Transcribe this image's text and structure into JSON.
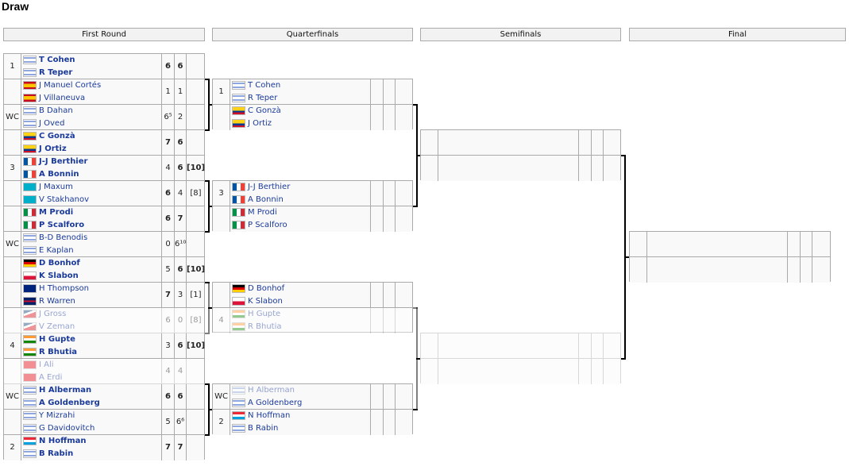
{
  "title": "Draw",
  "headers": [
    "First Round",
    "Quarterfinals",
    "Semifinals",
    "Final"
  ],
  "flags": {
    "ISR": "flag-isr",
    "ESP": "flag-esp",
    "COL": "flag-col",
    "FRA": "flag-fra",
    "KAZ": "flag-kaz",
    "ITA": "flag-ita",
    "GER": "flag-ger",
    "POL": "flag-pol",
    "AUS": "flag-aus",
    "GBR": "flag-gbr",
    "CZE": "flag-cze",
    "IND": "flag-ind",
    "TUR": "flag-tur",
    "LUX": "flag-lux"
  },
  "r1": [
    {
      "seed": "1",
      "p": [
        {
          "n": "T Cohen",
          "f": "ISR",
          "w": true
        },
        {
          "n": "R Teper",
          "f": "ISR",
          "w": true
        }
      ],
      "s": [
        "6",
        "6",
        ""
      ],
      "sw": [
        true,
        true,
        false
      ]
    },
    {
      "seed": "",
      "p": [
        {
          "n": "J Manuel Cortés",
          "f": "ESP"
        },
        {
          "n": "J Villaneuva",
          "f": "ESP"
        }
      ],
      "s": [
        "1",
        "1",
        ""
      ]
    },
    {
      "seed": "WC",
      "p": [
        {
          "n": "B Dahan",
          "f": "ISR"
        },
        {
          "n": "J Oved",
          "f": "ISR"
        }
      ],
      "s": [
        "6⁵",
        "2",
        ""
      ]
    },
    {
      "seed": "",
      "p": [
        {
          "n": "C Gonzà",
          "f": "COL",
          "w": true
        },
        {
          "n": "J Ortiz",
          "f": "COL",
          "w": true
        }
      ],
      "s": [
        "7",
        "6",
        ""
      ],
      "sw": [
        true,
        true,
        false
      ]
    },
    {
      "seed": "3",
      "p": [
        {
          "n": "J-J Berthier",
          "f": "FRA",
          "w": true
        },
        {
          "n": "A Bonnin",
          "f": "FRA",
          "w": true
        }
      ],
      "s": [
        "4",
        "6",
        "[10]"
      ],
      "sw": [
        false,
        true,
        true
      ]
    },
    {
      "seed": "",
      "p": [
        {
          "n": "J Maxum",
          "f": "KAZ"
        },
        {
          "n": "V Stakhanov",
          "f": "KAZ"
        }
      ],
      "s": [
        "6",
        "4",
        "[8]"
      ],
      "sw": [
        true,
        false,
        false
      ]
    },
    {
      "seed": "",
      "p": [
        {
          "n": "M Prodi",
          "f": "ITA",
          "w": true
        },
        {
          "n": "P Scalforo",
          "f": "ITA",
          "w": true
        }
      ],
      "s": [
        "6",
        "7",
        ""
      ],
      "sw": [
        true,
        true,
        false
      ]
    },
    {
      "seed": "WC",
      "p": [
        {
          "n": "B-D Benodis",
          "f": "ISR"
        },
        {
          "n": "E Kaplan",
          "f": "ISR"
        }
      ],
      "s": [
        "0",
        "6¹⁰",
        ""
      ]
    },
    {
      "seed": "",
      "p": [
        {
          "n": "D Bonhof",
          "f": "GER",
          "w": true
        },
        {
          "n": "K Slabon",
          "f": "POL",
          "w": true
        }
      ],
      "s": [
        "5",
        "6",
        "[10]"
      ],
      "sw": [
        false,
        true,
        true
      ]
    },
    {
      "seed": "",
      "p": [
        {
          "n": "H Thompson",
          "f": "AUS"
        },
        {
          "n": "R Warren",
          "f": "GBR"
        }
      ],
      "s": [
        "7",
        "3",
        "[1]"
      ],
      "sw": [
        true,
        false,
        false
      ]
    },
    {
      "seed": "",
      "p": [
        {
          "n": "J Gross",
          "f": "CZE"
        },
        {
          "n": "V Zeman",
          "f": "CZE"
        }
      ],
      "s": [
        "6",
        "0",
        "[8]"
      ],
      "fade": true
    },
    {
      "seed": "4",
      "p": [
        {
          "n": "H Gupte",
          "f": "IND",
          "w": true
        },
        {
          "n": "R Bhutia",
          "f": "IND",
          "w": true
        }
      ],
      "s": [
        "3",
        "6",
        "[10]"
      ],
      "sw": [
        false,
        true,
        true
      ]
    },
    {
      "seed": "",
      "p": [
        {
          "n": "I Ali",
          "f": "TUR"
        },
        {
          "n": "A Erdi",
          "f": "TUR"
        }
      ],
      "s": [
        "4",
        "4",
        ""
      ],
      "fade": true
    },
    {
      "seed": "WC",
      "p": [
        {
          "n": "H Alberman",
          "f": "ISR",
          "w": true
        },
        {
          "n": "A Goldenberg",
          "f": "ISR",
          "w": true
        }
      ],
      "s": [
        "6",
        "6",
        ""
      ],
      "sw": [
        true,
        true,
        false
      ]
    },
    {
      "seed": "",
      "p": [
        {
          "n": "Y Mizrahi",
          "f": "ISR"
        },
        {
          "n": "G Davidovitch",
          "f": "ISR"
        }
      ],
      "s": [
        "5",
        "6⁶",
        ""
      ]
    },
    {
      "seed": "2",
      "p": [
        {
          "n": "N Hoffman",
          "f": "LUX",
          "w": true
        },
        {
          "n": "B Rabin",
          "f": "ISR",
          "w": true
        }
      ],
      "s": [
        "7",
        "7",
        ""
      ],
      "sw": [
        true,
        true,
        false
      ]
    }
  ],
  "qf": [
    {
      "seed": "1",
      "p": [
        {
          "n": "T Cohen",
          "f": "ISR"
        },
        {
          "n": "R Teper",
          "f": "ISR"
        }
      ]
    },
    {
      "seed": "",
      "p": [
        {
          "n": "C Gonzà",
          "f": "COL"
        },
        {
          "n": "J Ortiz",
          "f": "COL"
        }
      ]
    },
    {
      "seed": "3",
      "p": [
        {
          "n": "J-J Berthier",
          "f": "FRA"
        },
        {
          "n": "A Bonnin",
          "f": "FRA"
        }
      ]
    },
    {
      "seed": "",
      "p": [
        {
          "n": "M Prodi",
          "f": "ITA"
        },
        {
          "n": "P Scalforo",
          "f": "ITA"
        }
      ]
    },
    {
      "seed": "",
      "p": [
        {
          "n": "D Bonhof",
          "f": "GER"
        },
        {
          "n": "K Slabon",
          "f": "POL"
        }
      ]
    },
    {
      "seed": "4",
      "p": [
        {
          "n": "H Gupte",
          "f": "IND"
        },
        {
          "n": "R Bhutia",
          "f": "IND"
        }
      ],
      "fade": true
    },
    {
      "seed": "WC",
      "p": [
        {
          "n": "H Alberman",
          "f": "ISR"
        },
        {
          "n": "A Goldenberg",
          "f": "ISR"
        }
      ],
      "fadeTop": true
    },
    {
      "seed": "2",
      "p": [
        {
          "n": "N Hoffman",
          "f": "LUX"
        },
        {
          "n": "B Rabin",
          "f": "ISR"
        }
      ]
    }
  ]
}
